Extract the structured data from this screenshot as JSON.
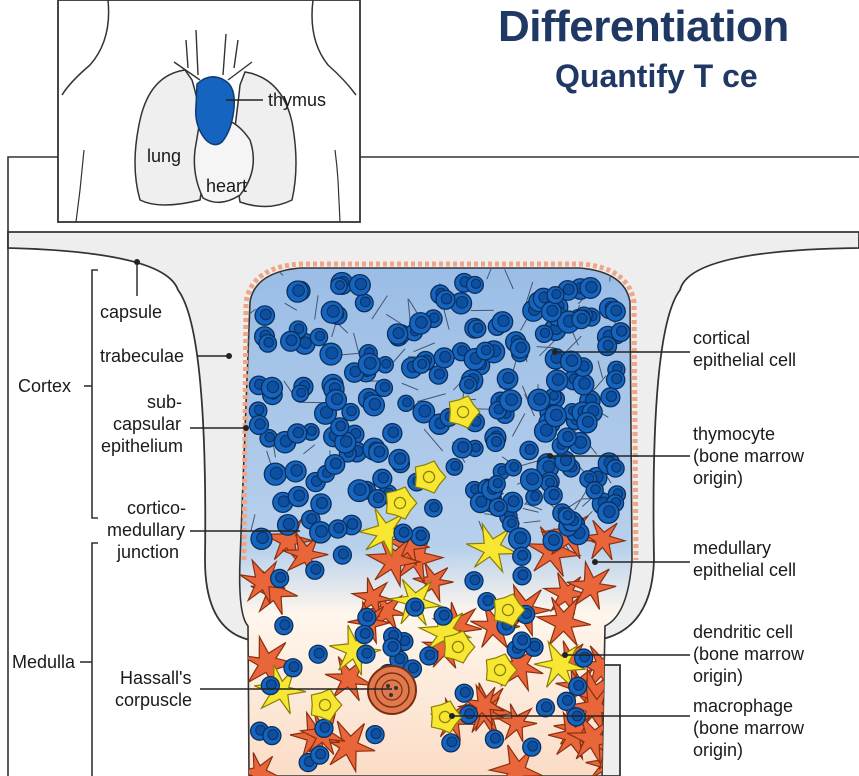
{
  "slide": {
    "title": "Differentiation",
    "subtitle": "Quantify T ce"
  },
  "inset": {
    "labels": {
      "thymus": "thymus",
      "lung": "lung",
      "heart": "heart"
    }
  },
  "diagram": {
    "left_labels": {
      "capsule": "capsule",
      "trabeculae": "trabeculae",
      "subcapsular_1": "sub-",
      "subcapsular_2": "capsular",
      "subcapsular_3": "epithelium",
      "cm_1": "cortico-",
      "cm_2": "medullary",
      "cm_3": "junction",
      "hassall_1": "Hassall's",
      "hassall_2": "corpuscle"
    },
    "region_labels": {
      "cortex": "Cortex",
      "medulla": "Medulla"
    },
    "right_labels": {
      "cortical_1": "cortical",
      "cortical_2": "epithelial cell",
      "thymocyte_1": "thymocyte",
      "thymocyte_2": "(bone marrow",
      "thymocyte_3": "origin)",
      "medullary_1": "medullary",
      "medullary_2": "epithelial cell",
      "dendritic_1": "dendritic cell",
      "dendritic_2": "(bone marrow",
      "dendritic_3": "origin)",
      "macrophage_1": "macrophage",
      "macrophage_2": "(bone marrow",
      "macrophage_3": "origin)"
    },
    "colors": {
      "thymus": "#1565c0",
      "cortex_bg": "#a9c6e8",
      "medulla_bg": "#fdeee2",
      "thymocyte": "#1565c0",
      "epithelial": "#e8663a",
      "macrophage": "#f7e733",
      "capsule_cells": "#f4a98c",
      "trabecula_fill": "#eeeeee"
    }
  }
}
